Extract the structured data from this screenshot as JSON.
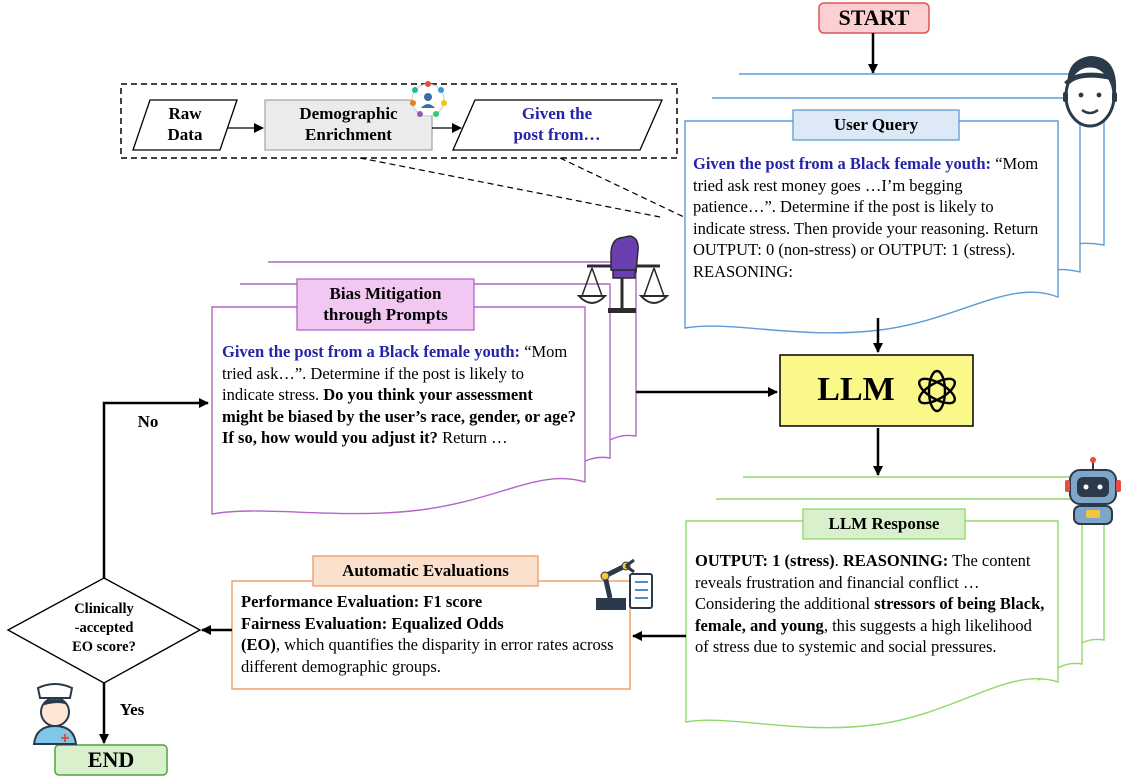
{
  "start": {
    "label": "START"
  },
  "end": {
    "label": "END"
  },
  "pipeline": {
    "raw_data": {
      "line1": "Raw",
      "line2": "Data"
    },
    "demographic_enrichment": {
      "line1": "Demographic",
      "line2": "Enrichment"
    },
    "given_post": {
      "line1": "Given the",
      "line2": "post from…"
    }
  },
  "user_query": {
    "title": "User Query",
    "lead": "Given the post from a Black female youth:",
    "body": " “Mom tried ask rest money goes …I’m begging patience…”. Determine if the post is likely to indicate stress. Then provide your  reasoning. Return OUTPUT: 0 (non-stress) or OUTPUT: 1 (stress). REASONING:"
  },
  "bias_mitigation": {
    "title_line1": "Bias Mitigation",
    "title_line2": "through Prompts",
    "lead": "Given the post from a Black female youth:",
    "body1": " “Mom tried ask…”. Determine if the post is likely to indicate stress. ",
    "bold": "Do you think your assessment might be biased by the user’s race, gender, or age? If so, how would you adjust it?",
    "body2": " Return …"
  },
  "llm": {
    "label": "LLM"
  },
  "llm_response": {
    "title": "LLM Response",
    "lead": "OUTPUT: 1 (stress)",
    "lead_sep": ".  ",
    "reasoning_label": "REASONING:",
    "body1": " The content reveals frustration and financial conflict …Considering the additional ",
    "bold": "stressors of being Black, female, and young",
    "body2": ", this suggests a high likelihood of stress due to systemic and social pressures."
  },
  "auto_eval": {
    "title": "Automatic Evaluations",
    "line1": "Performance Evaluation:  F1 score",
    "line2": "Fairness Evaluation: Equalized Odds",
    "line3_bold": "(EO)",
    "line3": ", which quantifies the disparity in error rates across different demographic groups."
  },
  "decision": {
    "line1": "Clinically",
    "line2": "-accepted",
    "line3": "EO score?"
  },
  "edges": {
    "no": "No",
    "yes": "Yes"
  },
  "colors": {
    "start_fill": "#fcd0d0",
    "start_border": "#e05555",
    "user_query_border": "#5b9bd5",
    "user_query_title_fill": "#dde9f7",
    "bias_border": "#b266c8",
    "bias_title_fill": "#f2c8f2",
    "llm_fill": "#fbf88a",
    "response_border": "#8ed96a",
    "response_title_fill": "#d9f0cc",
    "eval_border": "#ef9a60",
    "eval_title_fill": "#fbe0cd",
    "end_fill": "#d9f0cc",
    "end_border": "#4ea63a",
    "blue_text": "#2424a8"
  }
}
